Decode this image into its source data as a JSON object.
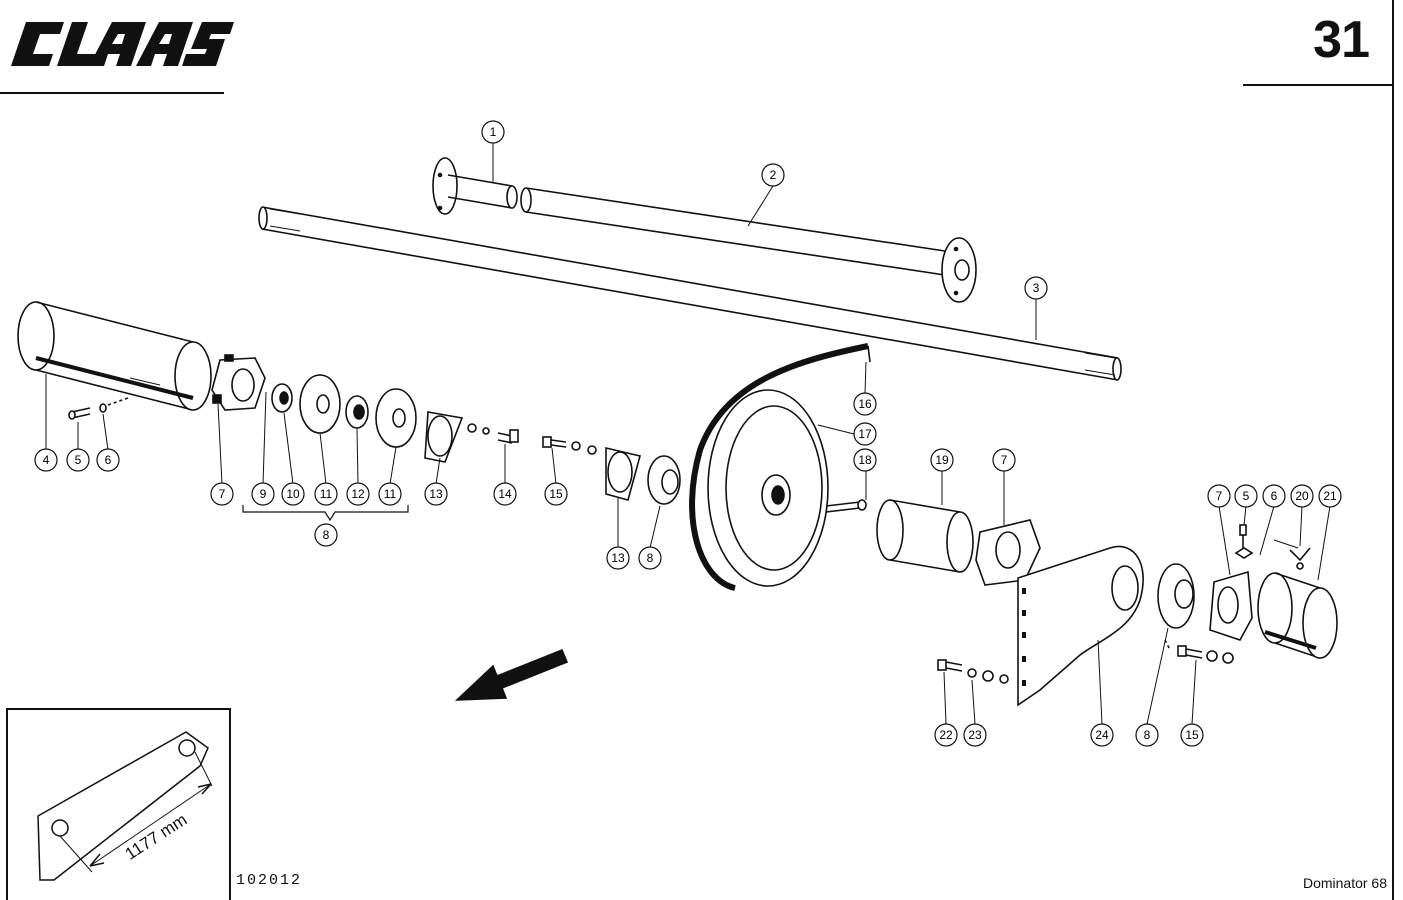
{
  "header": {
    "brand": "CLAAS",
    "page_number": "31"
  },
  "footer": {
    "drawing_number": "102012",
    "model": "Dominator 68"
  },
  "inset": {
    "dimension_label": "1177 mm"
  },
  "callouts": [
    "1",
    "2",
    "3",
    "4",
    "5",
    "6",
    "7",
    "9",
    "10",
    "11",
    "12",
    "11",
    "13",
    "14",
    "15",
    "8",
    "13",
    "8",
    "16",
    "17",
    "18",
    "19",
    "7",
    "7",
    "5",
    "6",
    "20",
    "21",
    "22",
    "23",
    "24",
    "8",
    "15"
  ]
}
